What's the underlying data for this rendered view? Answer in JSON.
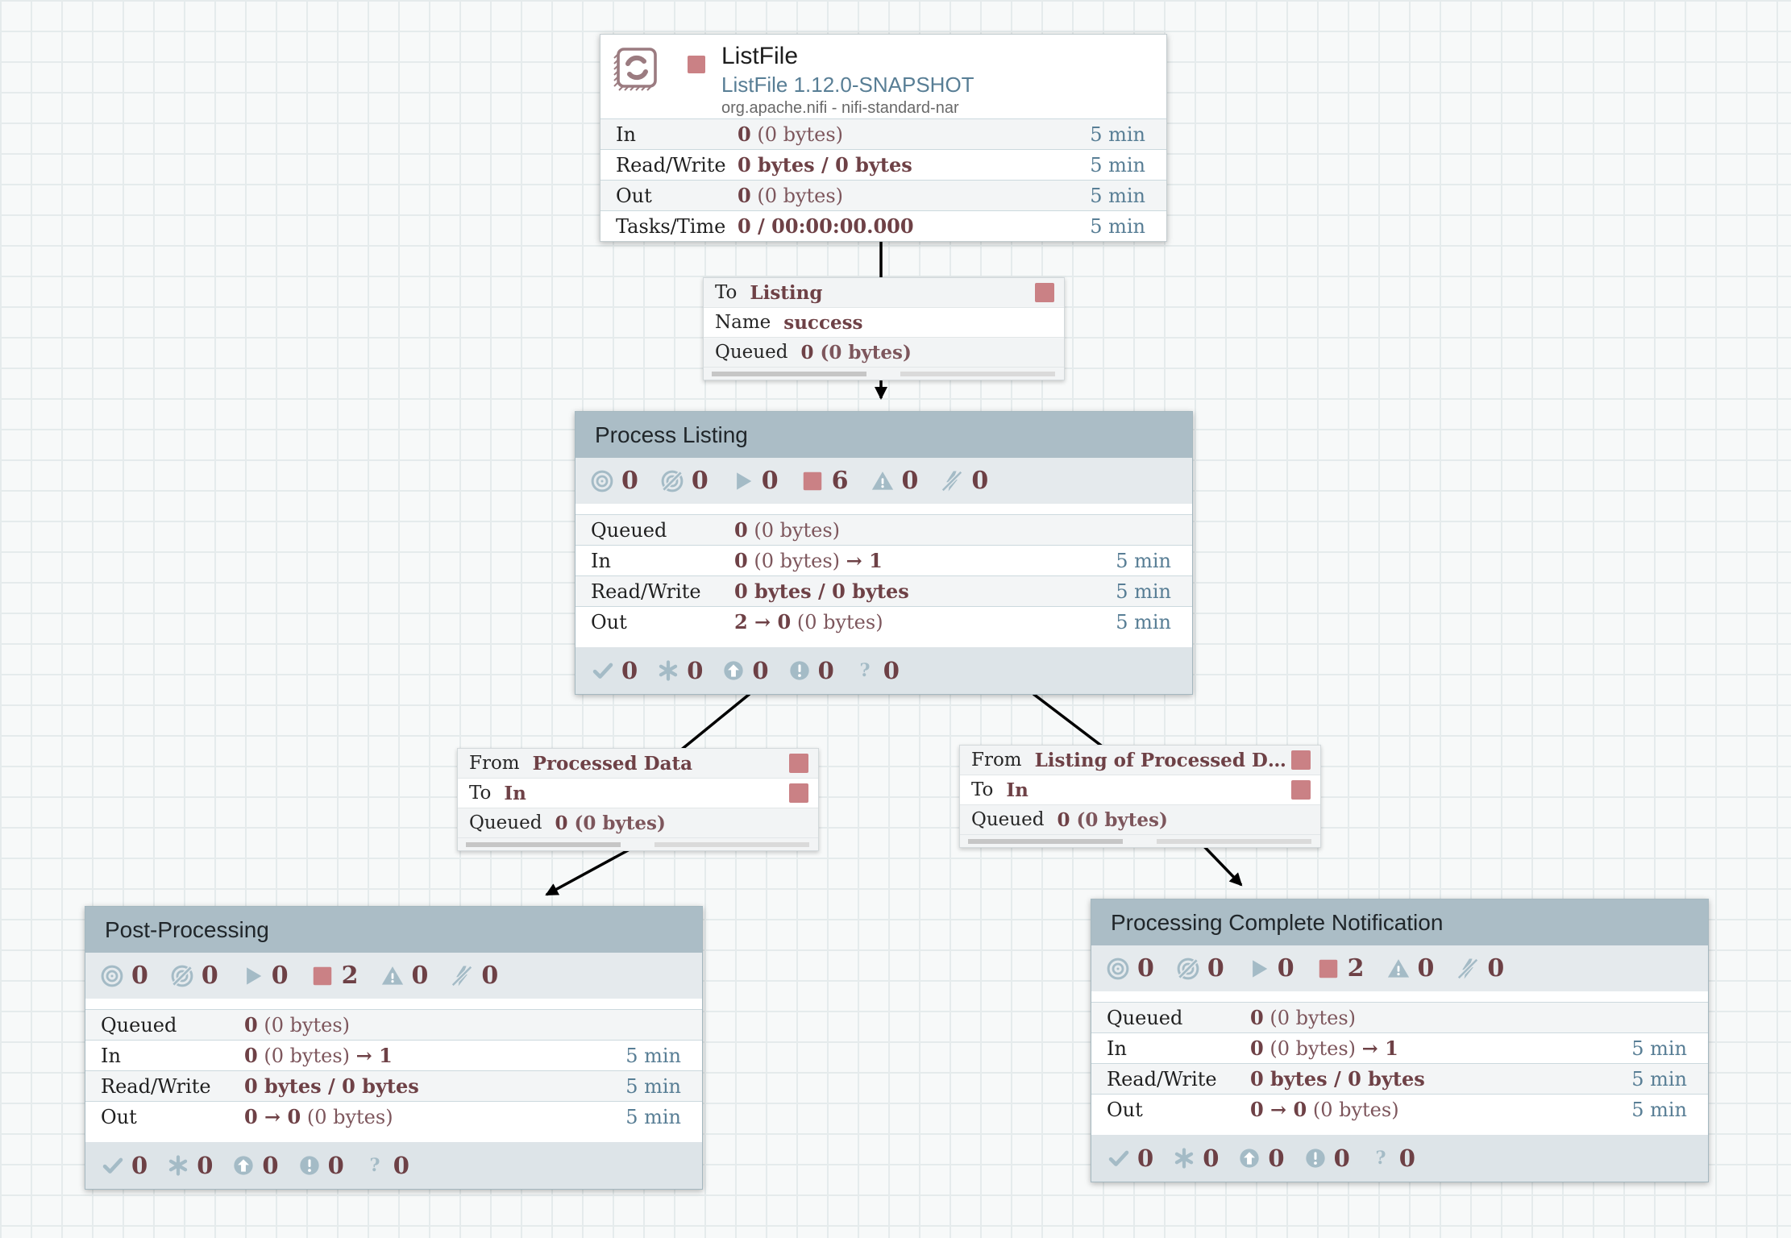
{
  "colors": {
    "rose": "#ca8185",
    "icon_blue": "#a4bbc6",
    "count_maroon": "#6d4045",
    "group_header": "#abbdc6",
    "wire": "#000000"
  },
  "processor": {
    "title": "ListFile",
    "type": "ListFile 1.12.0-SNAPSHOT",
    "bundle": "org.apache.nifi - nifi-standard-nar",
    "state_icon": "stopped",
    "rows": [
      {
        "label": "In",
        "segments": [
          {
            "t": "0",
            "b": true
          },
          {
            "t": " (0 bytes)",
            "b": false
          }
        ],
        "time": "5 min"
      },
      {
        "label": "Read/Write",
        "segments": [
          {
            "t": "0 bytes / 0 bytes",
            "b": true
          }
        ],
        "time": "5 min"
      },
      {
        "label": "Out",
        "segments": [
          {
            "t": "0",
            "b": true
          },
          {
            "t": " (0 bytes)",
            "b": false
          }
        ],
        "time": "5 min"
      },
      {
        "label": "Tasks/Time",
        "segments": [
          {
            "t": "0 / 00:00:00.000",
            "b": true
          }
        ],
        "time": "5 min"
      }
    ]
  },
  "connections": [
    {
      "name": "success-to-listing",
      "rows": [
        {
          "label": "To",
          "segments": [
            {
              "t": "Listing",
              "b": true
            }
          ],
          "square": true
        },
        {
          "label": "Name",
          "segments": [
            {
              "t": "success",
              "b": true
            }
          ],
          "square": false
        },
        {
          "label": "Queued",
          "segments": [
            {
              "t": "0",
              "b": true
            },
            {
              "t": " (0 bytes)",
              "b": false
            }
          ],
          "square": false
        }
      ]
    },
    {
      "name": "processed-data-to-in",
      "rows": [
        {
          "label": "From",
          "segments": [
            {
              "t": "Processed Data",
              "b": true
            }
          ],
          "square": true
        },
        {
          "label": "To",
          "segments": [
            {
              "t": "In",
              "b": true
            }
          ],
          "square": true
        },
        {
          "label": "Queued",
          "segments": [
            {
              "t": "0",
              "b": true
            },
            {
              "t": " (0 bytes)",
              "b": false
            }
          ],
          "square": false
        }
      ]
    },
    {
      "name": "listing-of-processed-data-to-in",
      "rows": [
        {
          "label": "From",
          "segments": [
            {
              "t": "Listing of Processed D…",
              "b": true
            }
          ],
          "square": true
        },
        {
          "label": "To",
          "segments": [
            {
              "t": "In",
              "b": true
            }
          ],
          "square": true
        },
        {
          "label": "Queued",
          "segments": [
            {
              "t": "0",
              "b": true
            },
            {
              "t": " (0 bytes)",
              "b": false
            }
          ],
          "square": false
        }
      ]
    }
  ],
  "groups": [
    {
      "title": "Process Listing",
      "counts": [
        {
          "icon": "transmitting",
          "n": "0"
        },
        {
          "icon": "not-transmitting",
          "n": "0"
        },
        {
          "icon": "running",
          "n": "0"
        },
        {
          "icon": "stopped",
          "n": "6"
        },
        {
          "icon": "invalid",
          "n": "0"
        },
        {
          "icon": "disabled",
          "n": "0"
        }
      ],
      "rows": [
        {
          "label": "Queued",
          "segments": [
            {
              "t": "0",
              "b": true
            },
            {
              "t": " (0 bytes)",
              "b": false
            }
          ]
        },
        {
          "label": "In",
          "segments": [
            {
              "t": "0",
              "b": true
            },
            {
              "t": " (0 bytes) ",
              "b": false
            },
            {
              "t": "→ 1",
              "b": true
            }
          ],
          "time": "5 min"
        },
        {
          "label": "Read/Write",
          "segments": [
            {
              "t": "0 bytes / 0 bytes",
              "b": true
            }
          ],
          "time": "5 min"
        },
        {
          "label": "Out",
          "segments": [
            {
              "t": "2 → 0",
              "b": true
            },
            {
              "t": " (0 bytes)",
              "b": false
            }
          ],
          "time": "5 min"
        }
      ],
      "versioned": [
        {
          "icon": "up-to-date",
          "n": "0"
        },
        {
          "icon": "locally-modified",
          "n": "0"
        },
        {
          "icon": "stale",
          "n": "0"
        },
        {
          "icon": "locally-modified-stale",
          "n": "0"
        },
        {
          "icon": "sync-failure",
          "n": "0"
        }
      ]
    },
    {
      "title": "Post-Processing",
      "counts": [
        {
          "icon": "transmitting",
          "n": "0"
        },
        {
          "icon": "not-transmitting",
          "n": "0"
        },
        {
          "icon": "running",
          "n": "0"
        },
        {
          "icon": "stopped",
          "n": "2"
        },
        {
          "icon": "invalid",
          "n": "0"
        },
        {
          "icon": "disabled",
          "n": "0"
        }
      ],
      "rows": [
        {
          "label": "Queued",
          "segments": [
            {
              "t": "0",
              "b": true
            },
            {
              "t": " (0 bytes)",
              "b": false
            }
          ]
        },
        {
          "label": "In",
          "segments": [
            {
              "t": "0",
              "b": true
            },
            {
              "t": " (0 bytes) ",
              "b": false
            },
            {
              "t": "→ 1",
              "b": true
            }
          ],
          "time": "5 min"
        },
        {
          "label": "Read/Write",
          "segments": [
            {
              "t": "0 bytes / 0 bytes",
              "b": true
            }
          ],
          "time": "5 min"
        },
        {
          "label": "Out",
          "segments": [
            {
              "t": "0 → 0",
              "b": true
            },
            {
              "t": " (0 bytes)",
              "b": false
            }
          ],
          "time": "5 min"
        }
      ],
      "versioned": [
        {
          "icon": "up-to-date",
          "n": "0"
        },
        {
          "icon": "locally-modified",
          "n": "0"
        },
        {
          "icon": "stale",
          "n": "0"
        },
        {
          "icon": "locally-modified-stale",
          "n": "0"
        },
        {
          "icon": "sync-failure",
          "n": "0"
        }
      ]
    },
    {
      "title": "Processing Complete Notification",
      "counts": [
        {
          "icon": "transmitting",
          "n": "0"
        },
        {
          "icon": "not-transmitting",
          "n": "0"
        },
        {
          "icon": "running",
          "n": "0"
        },
        {
          "icon": "stopped",
          "n": "2"
        },
        {
          "icon": "invalid",
          "n": "0"
        },
        {
          "icon": "disabled",
          "n": "0"
        }
      ],
      "rows": [
        {
          "label": "Queued",
          "segments": [
            {
              "t": "0",
              "b": true
            },
            {
              "t": " (0 bytes)",
              "b": false
            }
          ]
        },
        {
          "label": "In",
          "segments": [
            {
              "t": "0",
              "b": true
            },
            {
              "t": " (0 bytes) ",
              "b": false
            },
            {
              "t": "→ 1",
              "b": true
            }
          ],
          "time": "5 min"
        },
        {
          "label": "Read/Write",
          "segments": [
            {
              "t": "0 bytes / 0 bytes",
              "b": true
            }
          ],
          "time": "5 min"
        },
        {
          "label": "Out",
          "segments": [
            {
              "t": "0 → 0",
              "b": true
            },
            {
              "t": " (0 bytes)",
              "b": false
            }
          ],
          "time": "5 min"
        }
      ],
      "versioned": [
        {
          "icon": "up-to-date",
          "n": "0"
        },
        {
          "icon": "locally-modified",
          "n": "0"
        },
        {
          "icon": "stale",
          "n": "0"
        },
        {
          "icon": "locally-modified-stale",
          "n": "0"
        },
        {
          "icon": "sync-failure",
          "n": "0"
        }
      ]
    }
  ]
}
